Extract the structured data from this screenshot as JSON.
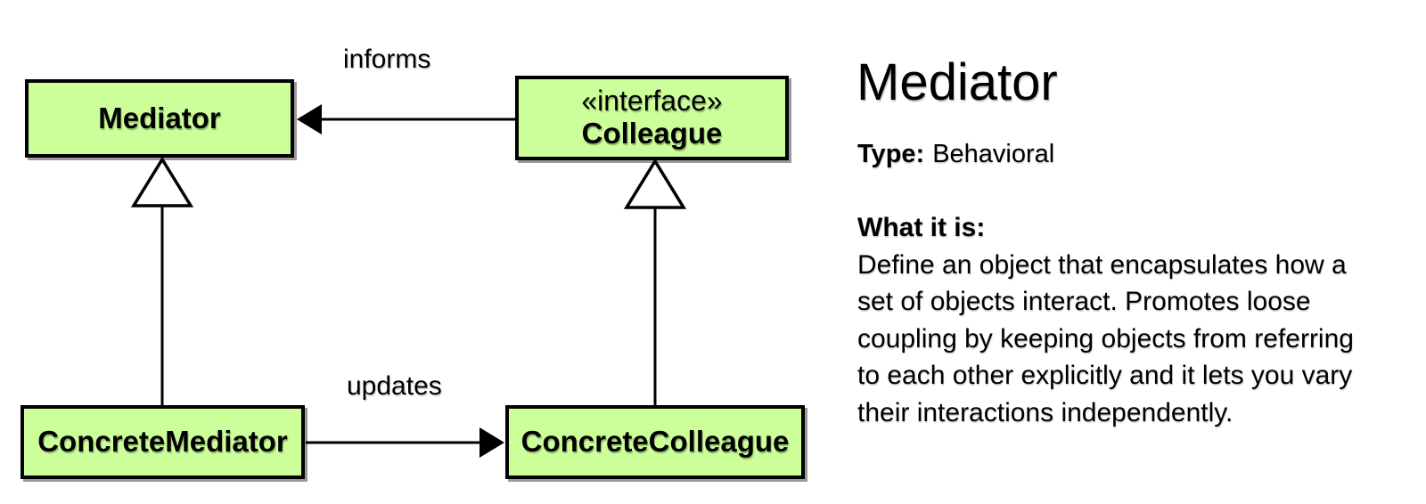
{
  "diagram": {
    "nodes": {
      "mediator": {
        "name": "Mediator"
      },
      "colleague": {
        "stereotype": "«interface»",
        "name": "Colleague"
      },
      "concrete_mediator": {
        "name": "ConcreteMediator"
      },
      "concrete_colleague": {
        "name": "ConcreteColleague"
      }
    },
    "edges": {
      "informs": {
        "label": "informs",
        "from": "Colleague",
        "to": "Mediator",
        "type": "directed-association"
      },
      "updates": {
        "label": "updates",
        "from": "ConcreteMediator",
        "to": "ConcreteColleague",
        "type": "directed-association"
      },
      "gen_mediator": {
        "from": "ConcreteMediator",
        "to": "Mediator",
        "type": "generalization"
      },
      "gen_colleague": {
        "from": "ConcreteColleague",
        "to": "Colleague",
        "type": "generalization"
      }
    },
    "colors": {
      "node_fill": "#ccff99",
      "node_border": "#000000",
      "connector": "#000000",
      "background": "#ffffff"
    }
  },
  "panel": {
    "title": "Mediator",
    "type": {
      "label": "Type:",
      "value": "Behavioral"
    },
    "what": {
      "label": "What it is:",
      "description": "Define an object that encapsulates how a set of objects interact. Promotes loose coupling by keeping objects from referring to each other explicitly and it lets you vary their interactions independently.",
      "lines": [
        "Define an object that encapsulates how a",
        "set of objects interact. Promotes loose",
        "coupling by keeping objects from referring",
        "to each other explicitly and it lets you vary",
        "their interactions independently."
      ]
    }
  }
}
